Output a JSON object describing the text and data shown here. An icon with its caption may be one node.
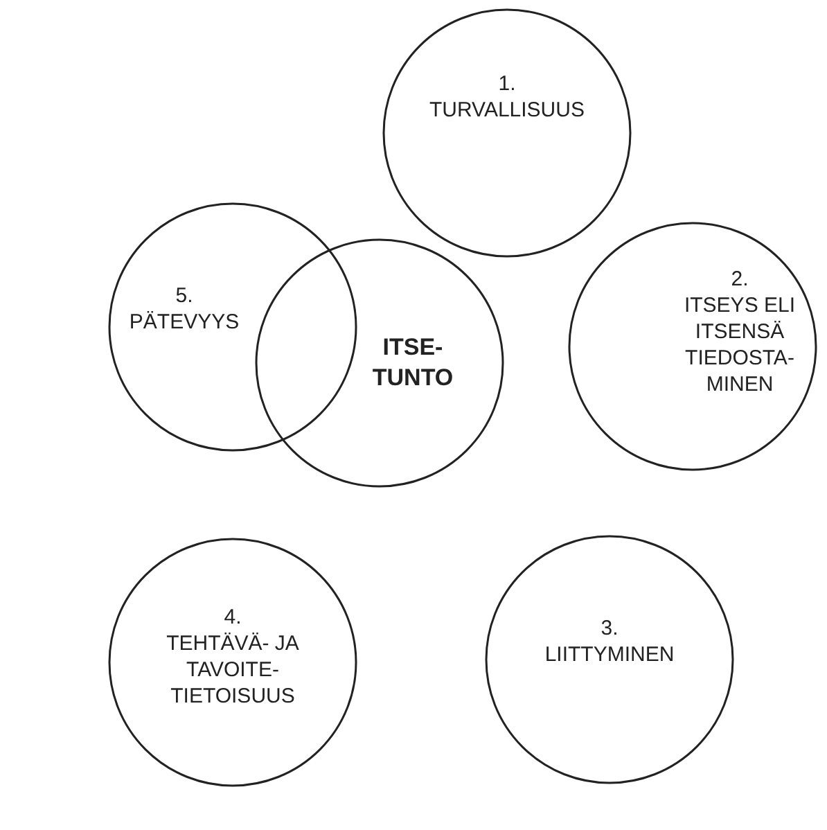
{
  "diagram": {
    "nodes": [
      {
        "text": [
          "1.",
          "TURVALLISUUS"
        ]
      },
      {
        "text": [
          "5.",
          "PÄTEVYYS"
        ]
      },
      {
        "text": [
          "ITSE- TUNTO"
        ]
      },
      {
        "text": [
          "2.",
          "ITSEYS ELI ITSENSÄ TIEDOSTA- MINEN"
        ]
      },
      {
        "text": [
          "4.",
          "TEHTÄVÄ- JA TAVOITE- TIETOISUUS"
        ]
      },
      {
        "text": [
          "3.",
          "LIITTYMINEN"
        ]
      }
    ]
  }
}
